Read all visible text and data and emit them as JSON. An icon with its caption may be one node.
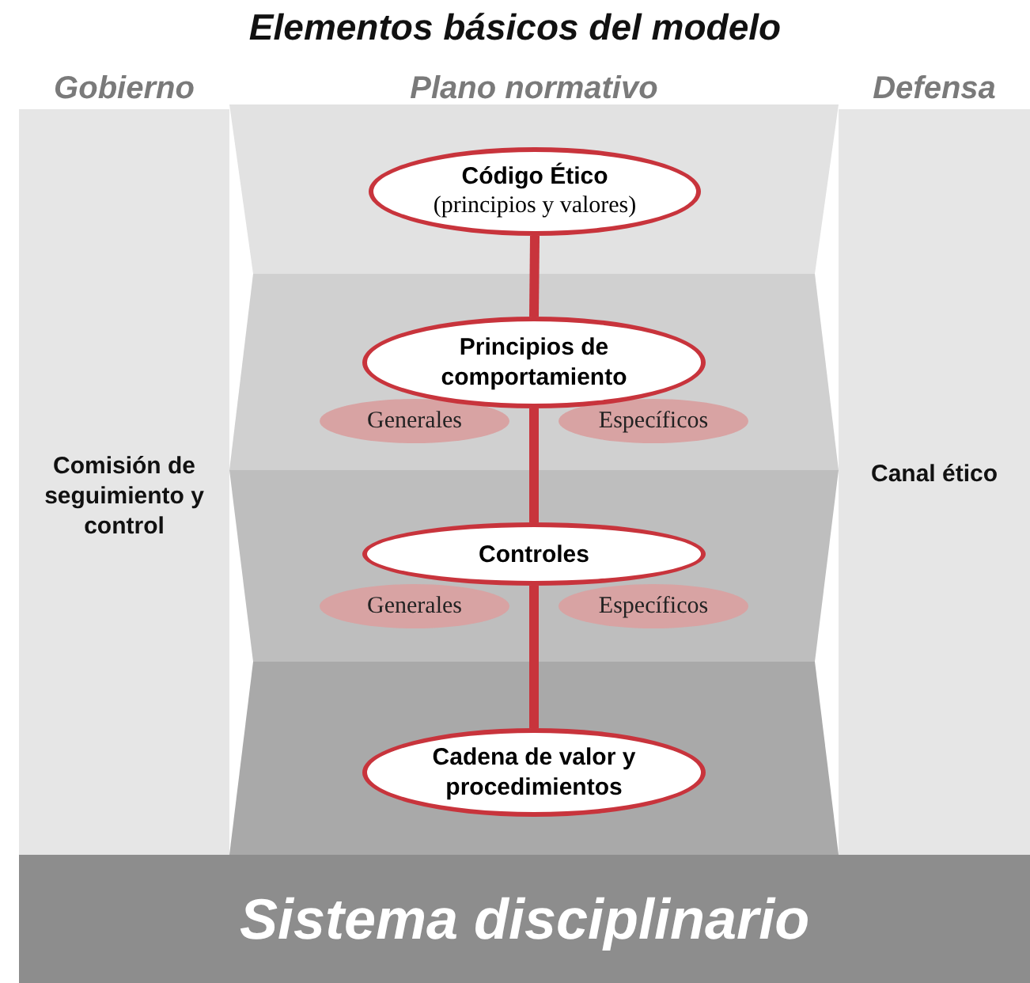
{
  "diagram": {
    "title": "Elementos básicos del modelo",
    "nodes": [
      {
        "text": [
          "Gobierno",
          "Comisión de seguimiento y control"
        ]
      },
      {
        "text": [
          "Plano normativo"
        ]
      },
      {
        "text": [],
        "shape": "band",
        "in": 1
      },
      {
        "text": [
          "Código Ético",
          "(principios y valores)"
        ],
        "in": 2
      },
      {
        "text": [],
        "shape": "band",
        "in": 1
      },
      {
        "text": [
          "Principios de comportamiento"
        ],
        "in": 4
      },
      {
        "text": [
          "Generales"
        ],
        "in": 4
      },
      {
        "text": [
          "Específicos"
        ],
        "in": 4
      },
      {
        "text": [],
        "shape": "band",
        "in": 1
      },
      {
        "text": [
          "Controles"
        ],
        "in": 8
      },
      {
        "text": [
          "Generales"
        ],
        "in": 8
      },
      {
        "text": [
          "Específicos"
        ],
        "in": 8
      },
      {
        "text": [],
        "shape": "band",
        "in": 1
      },
      {
        "text": [
          "Cadena de valor y procedimientos"
        ],
        "in": 12
      },
      {
        "text": [
          "Defensa",
          "Canal ético"
        ]
      },
      {
        "text": [
          "Sistema disciplinario"
        ]
      }
    ],
    "edges": [
      {
        "from": 3,
        "to": 5,
        "arrow": "none"
      },
      {
        "from": 5,
        "to": 9,
        "arrow": "none"
      },
      {
        "from": 9,
        "to": 13,
        "arrow": "none"
      }
    ]
  }
}
